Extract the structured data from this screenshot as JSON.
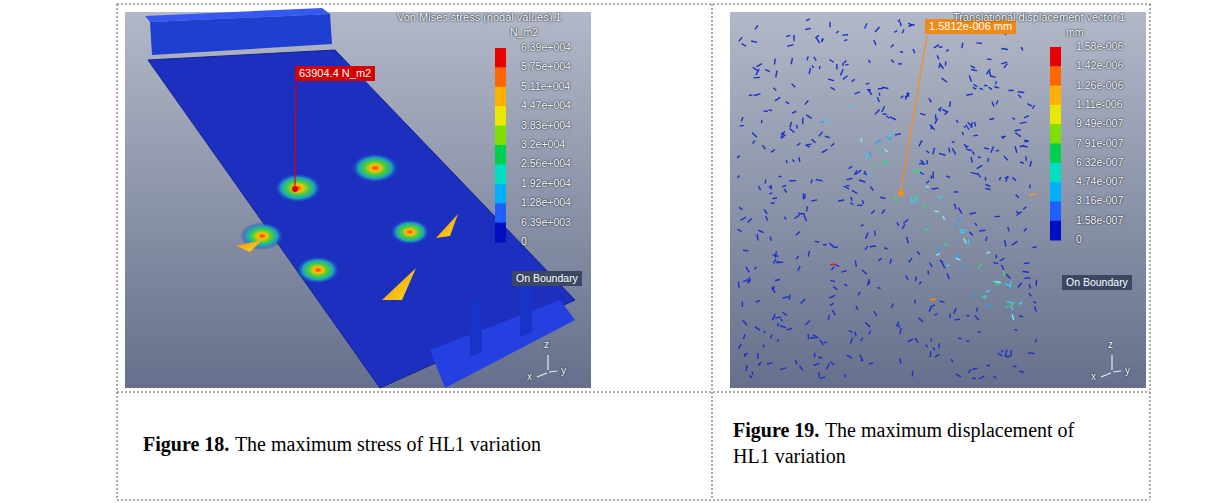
{
  "diagram": {
    "nodes": [
      {
        "text": [
          "63904.4 N_m2"
        ]
      },
      {
        "text": [
          "On Boundary"
        ]
      },
      {
        "text": [
          "1.5812e-006 mm"
        ]
      },
      {
        "text": [
          "On Boundary"
        ]
      },
      {
        "text": [
          "Figure 18.",
          "The maximum stress of HL1 variation"
        ]
      },
      {
        "text": [
          "Figure 19.",
          "The maximum displacement of HL1 variation"
        ]
      }
    ],
    "labels": [
      "Von Mises stress (nodal values).1",
      "N_m2",
      "6.39e+004",
      "5.75e+004",
      "5.11e+004",
      "4.47e+004",
      "3.83e+004",
      "3.2e+004",
      "2.56e+004",
      "1.92e+004",
      "1.28e+004",
      "6.39e+003",
      "0",
      "z",
      "y",
      "x",
      "Translational displacement vector.1",
      "mm",
      "1.58e-006",
      "1.42e-006",
      "1.26e-006",
      "1.11e-006",
      "9.49e-007",
      "7.91e-007",
      "6.32e-007",
      "4.74e-007",
      "3.16e-007",
      "1.58e-007",
      "0",
      "z",
      "y",
      "x"
    ]
  }
}
